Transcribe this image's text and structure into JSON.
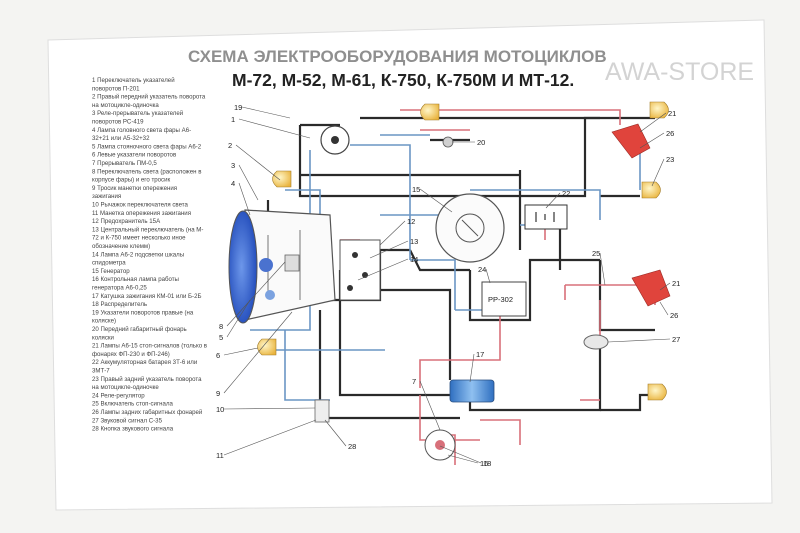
{
  "title": {
    "line1": "СХЕМА ЭЛЕКТРООБОРУДОВАНИЯ МОТОЦИКЛОВ",
    "line2": "М-72, М-52, М-61, К-750, К-750М И МТ-12."
  },
  "watermark": "AWA-STORE",
  "legend": [
    "1  Переключатель указателей",
    "    поворотов П-201",
    "2  Правый передний указатель поворота",
    "    на мотоцикле-одиночка",
    "3  Реле-прерыватель указателей",
    "    поворотов РС-419",
    "4  Лампа головного света фары А6-",
    "    32+21 или А5-32+32",
    "5  Лампа стояночного света фары А6-2",
    "6  Левые указатели поворотов",
    "7  Прерыватель ПМ-0,5",
    "8  Переключатель света (расположен в",
    "    корпусе фары) и его тросик",
    "9  Тросик манетки опережения",
    "    зажигания",
    "10 Рычажок переключателя света",
    "11 Манетка опережения зажигания",
    "12 Предохранитель 15А",
    "13 Центральный переключатель (на М-",
    "    72 и К-750 имеет несколько иное",
    "    обозначение клемм)",
    "14 Лампа А6-2 подсветки шкалы",
    "    спидометра",
    "15 Генератор",
    "16 Контрольная лампа работы",
    "    генератора А6-0,25",
    "17 Катушка зажигания КМ-01 или Б-2Б",
    "18 Распределитель",
    "19 Указатели поворотов правые (на",
    "    коляске)",
    "20 Передний габаритный фонарь",
    "    коляски",
    "21 Лампы А6-15 стоп-сигналов (только в",
    "    фонарях ФП-230 и ФП-246)",
    "22 Аккумуляторная батарея 3Т-6 или",
    "    3МТ-7",
    "23 Правый задний указатель поворота",
    "    на мотоцикле-одиночке",
    "24 Реле-регулятор",
    "25 Включатель стоп-сигнала",
    "26 Лампы задних габаритных фонарей",
    "27 Звуковой сигнал С-35",
    "28 Кнопка звукового сигнала"
  ],
  "components": {
    "relay_regulator": "РР-302"
  },
  "callouts": [
    "1",
    "2",
    "3",
    "4",
    "5",
    "6",
    "7",
    "8",
    "9",
    "10",
    "11",
    "12",
    "13",
    "14",
    "15",
    "16",
    "17",
    "18",
    "19",
    "20",
    "21",
    "22",
    "23",
    "24",
    "25",
    "26",
    "27",
    "28"
  ],
  "colors": {
    "wire_black": "#2a2a2a",
    "wire_blue": "#6a96c4",
    "wire_red": "#d8707a",
    "lamp_yellow": "#f1c75a",
    "stop_lamp_red": "#e0443c",
    "headlamp_blue": "#3f6fd0",
    "coil_blue": "#4a8ad6"
  }
}
